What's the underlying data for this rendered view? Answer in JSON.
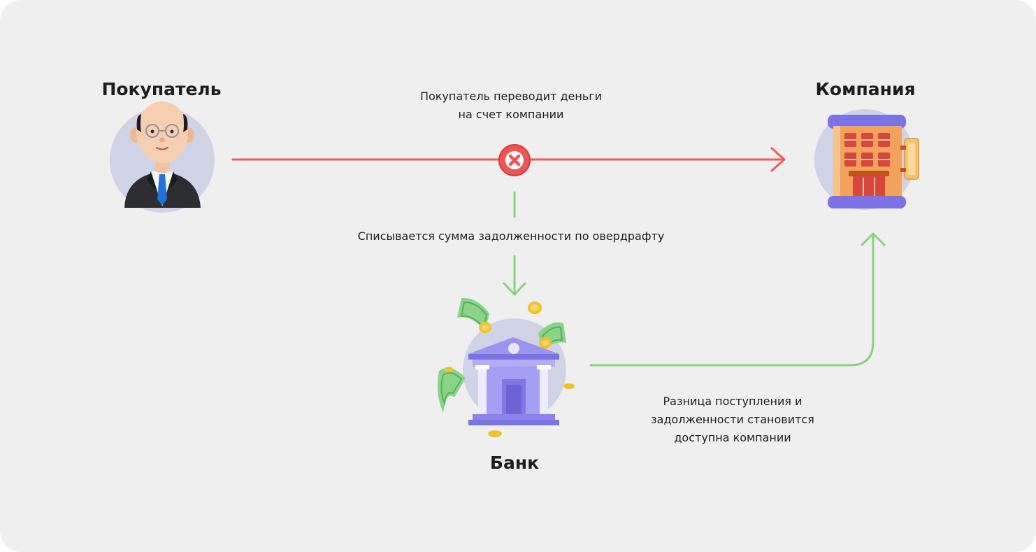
{
  "actors": {
    "buyer": {
      "title": "Покупатель"
    },
    "company": {
      "title": "Компания"
    },
    "bank": {
      "title": "Банк"
    }
  },
  "flows": {
    "buyer_to_company": {
      "label": "Покупатель переводит деньги\nна счет компании",
      "color": "#f25a5a",
      "status": "blocked"
    },
    "to_bank": {
      "label": "Списывается сумма задолженности по овердрафту",
      "color": "#86d37a"
    },
    "bank_to_company": {
      "label": "Разница поступления и\nзадолженности становится\nдоступна компании",
      "color": "#86d37a"
    }
  },
  "icons": {
    "buyer": "businessman-avatar-icon",
    "company": "office-building-icon",
    "bank": "bank-building-icon",
    "blocked": "blocked-x-icon"
  },
  "colors": {
    "background": "#efefef",
    "avatar_circle": "#d0d3e6",
    "bank_purple": "#8b82ea",
    "building_orange": "#f2a25a"
  }
}
